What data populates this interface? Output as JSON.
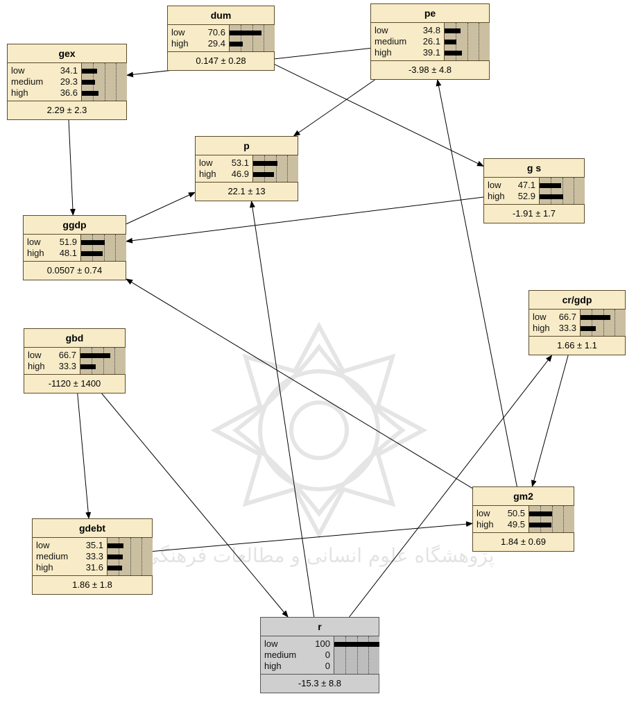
{
  "nodes": [
    {
      "id": "dum",
      "title": "dum",
      "states": [
        {
          "label": "low",
          "value": "70.6",
          "pct": 70.6
        },
        {
          "label": "high",
          "value": "29.4",
          "pct": 29.4
        }
      ],
      "summary": "0.147 ± 0.28"
    },
    {
      "id": "pe",
      "title": "pe",
      "states": [
        {
          "label": "low",
          "value": "34.8",
          "pct": 34.8
        },
        {
          "label": "medium",
          "value": "26.1",
          "pct": 26.1
        },
        {
          "label": "high",
          "value": "39.1",
          "pct": 39.1
        }
      ],
      "summary": "-3.98 ± 4.8"
    },
    {
      "id": "gex",
      "title": "gex",
      "states": [
        {
          "label": "low",
          "value": "34.1",
          "pct": 34.1
        },
        {
          "label": "medium",
          "value": "29.3",
          "pct": 29.3
        },
        {
          "label": "high",
          "value": "36.6",
          "pct": 36.6
        }
      ],
      "summary": "2.29 ± 2.3"
    },
    {
      "id": "p",
      "title": "p",
      "states": [
        {
          "label": "low",
          "value": "53.1",
          "pct": 53.1
        },
        {
          "label": "high",
          "value": "46.9",
          "pct": 46.9
        }
      ],
      "summary": "22.1 ± 13"
    },
    {
      "id": "gs",
      "title": "g s",
      "states": [
        {
          "label": "low",
          "value": "47.1",
          "pct": 47.1
        },
        {
          "label": "high",
          "value": "52.9",
          "pct": 52.9
        }
      ],
      "summary": "-1.91 ± 1.7"
    },
    {
      "id": "ggdp",
      "title": "ggdp",
      "states": [
        {
          "label": "low",
          "value": "51.9",
          "pct": 51.9
        },
        {
          "label": "high",
          "value": "48.1",
          "pct": 48.1
        }
      ],
      "summary": "0.0507 ± 0.74"
    },
    {
      "id": "crgdp",
      "title": "cr/gdp",
      "states": [
        {
          "label": "low",
          "value": "66.7",
          "pct": 66.7
        },
        {
          "label": "high",
          "value": "33.3",
          "pct": 33.3
        }
      ],
      "summary": "1.66 ± 1.1"
    },
    {
      "id": "gbd",
      "title": "gbd",
      "states": [
        {
          "label": "low",
          "value": "66.7",
          "pct": 66.7
        },
        {
          "label": "high",
          "value": "33.3",
          "pct": 33.3
        }
      ],
      "summary": "-1120 ± 1400"
    },
    {
      "id": "gm2",
      "title": "gm2",
      "states": [
        {
          "label": "low",
          "value": "50.5",
          "pct": 50.5
        },
        {
          "label": "high",
          "value": "49.5",
          "pct": 49.5
        }
      ],
      "summary": "1.84 ± 0.69"
    },
    {
      "id": "gdebt",
      "title": "gdebt",
      "states": [
        {
          "label": "low",
          "value": "35.1",
          "pct": 35.1
        },
        {
          "label": "medium",
          "value": "33.3",
          "pct": 33.3
        },
        {
          "label": "high",
          "value": "31.6",
          "pct": 31.6
        }
      ],
      "summary": "1.86 ± 1.8"
    },
    {
      "id": "r",
      "title": "r",
      "evidence": true,
      "states": [
        {
          "label": "low",
          "value": "100",
          "pct": 100
        },
        {
          "label": "medium",
          "value": "0",
          "pct": 0
        },
        {
          "label": "high",
          "value": "0",
          "pct": 0
        }
      ],
      "summary": "-15.3 ± 8.8"
    }
  ],
  "edges": [
    {
      "from": "pe",
      "to": "gex"
    },
    {
      "from": "pe",
      "to": "p"
    },
    {
      "from": "dum",
      "to": "gs"
    },
    {
      "from": "gex",
      "to": "ggdp"
    },
    {
      "from": "ggdp",
      "to": "p"
    },
    {
      "from": "gs",
      "to": "ggdp"
    },
    {
      "from": "gm2",
      "to": "ggdp"
    },
    {
      "from": "gm2",
      "to": "pe"
    },
    {
      "from": "crgdp",
      "to": "gm2"
    },
    {
      "from": "gbd",
      "to": "gdebt"
    },
    {
      "from": "gbd",
      "to": "r"
    },
    {
      "from": "gdebt",
      "to": "gm2"
    },
    {
      "from": "r",
      "to": "p"
    },
    {
      "from": "r",
      "to": "crgdp"
    }
  ],
  "watermark": {
    "text": "پژوهشگاه علوم انسانی و مطالعات فرهنگی",
    "color": "#7a7a7a"
  }
}
